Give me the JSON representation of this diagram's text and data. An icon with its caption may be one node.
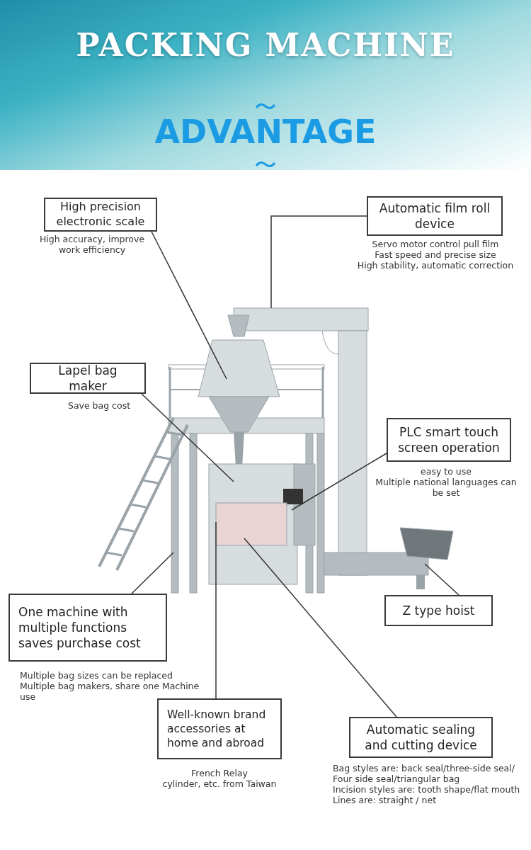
{
  "diagram": {
    "title": "PACKING MACHINE",
    "nodes": [
      {
        "text": [
          "High precision electronic scale"
        ],
        "beside": [
          "High accuracy, improve work efficiency"
        ]
      },
      {
        "text": [
          "Automatic film roll device"
        ],
        "beside": [
          "Servo motor control pull film",
          "Fast speed and precise size",
          "High stability, automatic correction"
        ]
      },
      {
        "text": [
          "Lapel bag maker"
        ],
        "beside": [
          "Save bag cost"
        ]
      },
      {
        "text": [
          "PLC smart touch screen operation"
        ],
        "beside": [
          "easy to use",
          "Multiple national languages can be set"
        ]
      },
      {
        "text": [
          "One machine with multiple functions saves purchase cost"
        ],
        "beside": [
          "Multiple bag sizes can be replaced",
          "Multiple bag makers, share one Machine use"
        ]
      },
      {
        "text": [
          "Z type hoist"
        ]
      },
      {
        "text": [
          "Well-known brand accessories at home and abroad"
        ],
        "beside": [
          "French Relay",
          "cylinder, etc. from Taiwan"
        ]
      },
      {
        "text": [
          "Automatic sealing and cutting device"
        ],
        "beside": [
          "Bag styles are: back seal/three-side seal/ Four side seal/triangular bag",
          "Incision styles are: tooth shape/flat mouth",
          "Lines are: straight / net"
        ]
      }
    ],
    "edges": [
      {
        "from": 0,
        "to": null,
        "arrow": "none"
      },
      {
        "from": 1,
        "to": null,
        "arrow": "none"
      },
      {
        "from": 2,
        "to": null,
        "arrow": "none"
      },
      {
        "from": 3,
        "to": null,
        "arrow": "none"
      },
      {
        "from": 4,
        "to": null,
        "arrow": "none"
      },
      {
        "from": 5,
        "to": null,
        "arrow": "none"
      },
      {
        "from": 6,
        "to": null,
        "arrow": "none"
      },
      {
        "from": 7,
        "to": null,
        "arrow": "none"
      }
    ],
    "labels": [
      "ADVANTAGE"
    ]
  }
}
